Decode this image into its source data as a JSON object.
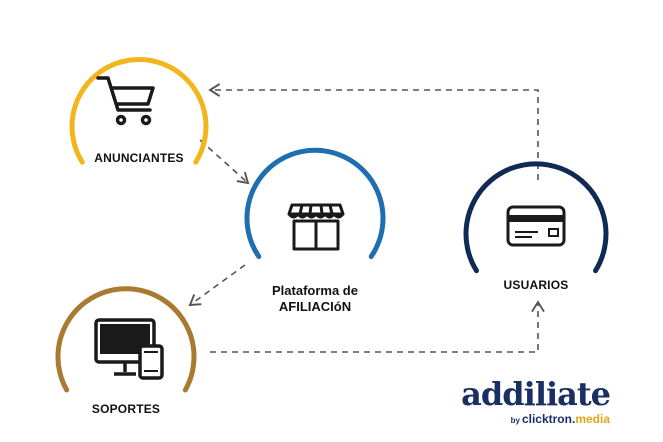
{
  "nodes": {
    "anunciantes": {
      "label": "ANUNCIANTES",
      "color": "#f2b51c",
      "icon": "shopping-cart-icon"
    },
    "plataforma": {
      "label_line1": "Plataforma de",
      "label_line2": "AFILIACIóN",
      "color": "#1f6fb0",
      "icon": "storefront-icon"
    },
    "usuarios": {
      "label": "USUARIOS",
      "color": "#0f2a55",
      "icon": "credit-card-icon"
    },
    "soportes": {
      "label": "SOPORTES",
      "color": "#a97a2f",
      "icon": "computer-tablet-icon"
    }
  },
  "logo": {
    "name": "addiliate",
    "by": "by",
    "sub_part1": "clicktron.",
    "sub_part2": "media"
  }
}
